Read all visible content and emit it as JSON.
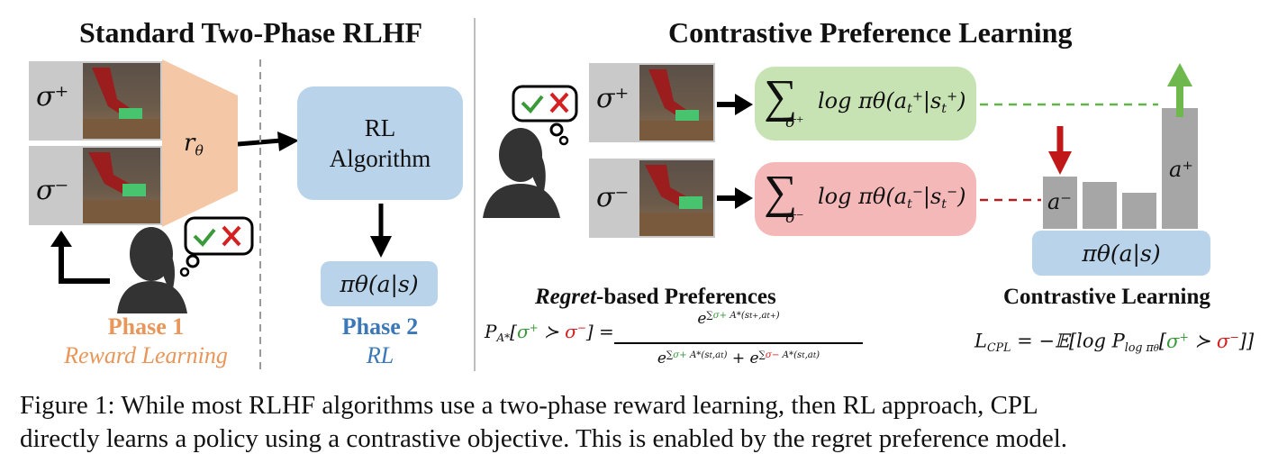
{
  "left_panel": {
    "title": "Standard Two-Phase RLHF",
    "sigma_plus": "σ⁺",
    "sigma_minus": "σ⁻",
    "reward_model_label": "r",
    "reward_model_sub": "θ",
    "rl_box": "RL Algorithm",
    "policy_label": "πθ(a|s)",
    "phase1_title": "Phase 1",
    "phase1_subtitle": "Reward Learning",
    "phase2_title": "Phase 2",
    "phase2_subtitle": "RL"
  },
  "right_panel": {
    "title": "Contrastive Preference Learning",
    "sigma_plus": "σ⁺",
    "sigma_minus": "σ⁻",
    "sum_plus_sub": "σ⁺",
    "sum_minus_sub": "σ⁻",
    "log_plus": "log πθ(a",
    "log_plus_tail": "|s",
    "log_minus": "log πθ(a",
    "bar_a_minus": "a⁻",
    "bar_a_plus": "a⁺",
    "policy_label": "πθ(a|s)",
    "regret_title_italic": "Regret",
    "regret_title_rest": "-based Preferences",
    "contrastive_title": "Contrastive Learning"
  },
  "colors": {
    "phase1": "#e8965a",
    "phase2": "#3b78b8",
    "green": "#3a9a3a",
    "red": "#d42020",
    "blue_box": "#b9d3ea",
    "green_box": "#c8e3b3",
    "red_box": "#f5b8b8",
    "bars": "#a6a6a6"
  },
  "caption": {
    "line1": "Figure 1: While most RLHF algorithms use a two-phase reward learning, then RL approach, CPL",
    "line2": "directly learns a policy using a contrastive objective. This is enabled by the regret preference model."
  }
}
